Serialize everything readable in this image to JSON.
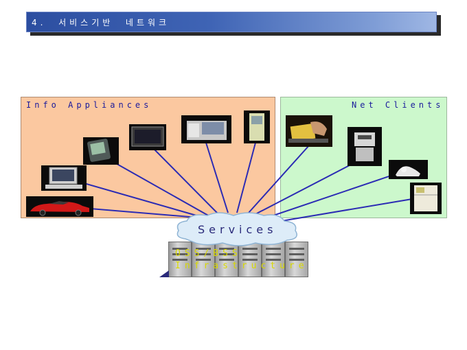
{
  "header": {
    "title": "4.  서비스기반  네트워크"
  },
  "panels": {
    "left_label": "Info Appliances",
    "right_label": "Net Clients"
  },
  "hub": {
    "cloud_label": "Services",
    "infra_line1": "OSS/BSS",
    "infra_line2": "Infrastructure"
  },
  "colors": {
    "title_bar": "#3f64b5",
    "left_panel": "#fbc8a0",
    "right_panel": "#ccf8cc",
    "panel_text": "#1a1a9c",
    "connector": "#2b2bb4",
    "cloud": "#ddecf8",
    "infra_text": "#d8d800"
  },
  "devices": {
    "left": [
      "sports-car",
      "desktop-computer",
      "pda",
      "flat-screen-tv",
      "web-phone",
      "kiosk"
    ],
    "right": [
      "smart-card",
      "office-machine",
      "device",
      "appliance"
    ]
  }
}
